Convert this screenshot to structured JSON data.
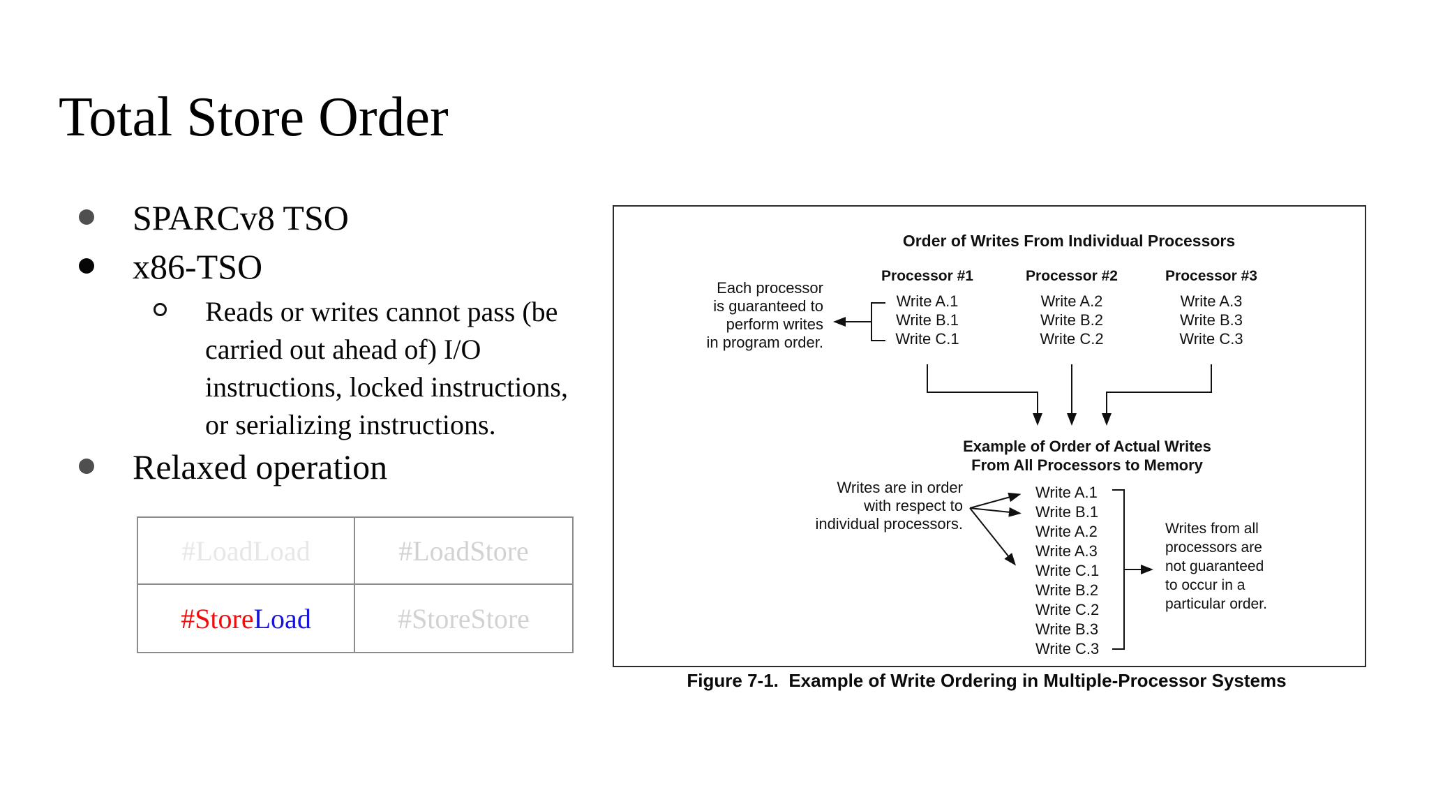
{
  "slide": {
    "title": "Total Store Order",
    "bullets": [
      {
        "label": "SPARCv8 TSO",
        "level": 1,
        "bullet_color": "#4f4f4f"
      },
      {
        "label": "x86-TSO",
        "level": 1,
        "bullet_color": "#060606"
      },
      {
        "label": "Relaxed operation",
        "level": 1,
        "bullet_color": "#4f4f4f"
      }
    ],
    "sub_bullet": {
      "lines": [
        "Reads or writes cannot pass (be",
        "carried out ahead of) I/O",
        "instructions, locked instructions,",
        "or serializing instructions."
      ]
    }
  },
  "fence_table": {
    "rows": [
      [
        {
          "text": "#LoadLoad",
          "color": "#e7e7e7"
        },
        {
          "text": "#LoadStore",
          "color": "#d2d2d2"
        }
      ],
      [
        {
          "parts": [
            {
              "text": "#Store",
              "color": "#ee0e0e"
            },
            {
              "text": "Load",
              "color": "#1414dd"
            }
          ]
        },
        {
          "text": "#StoreStore",
          "color": "#d2d2d2"
        }
      ]
    ]
  },
  "figure": {
    "title": "Order of Writes From Individual Processors",
    "processors": [
      {
        "name": "Processor #1",
        "writes": [
          "Write A.1",
          "Write B.1",
          "Write C.1"
        ]
      },
      {
        "name": "Processor #2",
        "writes": [
          "Write A.2",
          "Write B.2",
          "Write C.2"
        ]
      },
      {
        "name": "Processor #3",
        "writes": [
          "Write A.3",
          "Write B.3",
          "Write C.3"
        ]
      }
    ],
    "left_note_lines": [
      "Each processor",
      "is guaranteed to",
      "perform writes",
      "in program order."
    ],
    "mid_heading_lines": [
      "Example of Order of Actual Writes",
      "From All Processors to Memory"
    ],
    "memory_writes": [
      "Write A.1",
      "Write B.1",
      "Write A.2",
      "Write A.3",
      "Write C.1",
      "Write B.2",
      "Write C.2",
      "Write B.3",
      "Write C.3"
    ],
    "order_note_lines": [
      "Writes are in order",
      "with respect to",
      "individual processors."
    ],
    "right_note_lines": [
      "Writes from all",
      "processors are",
      "not guaranteed",
      "to occur in a",
      "particular order."
    ],
    "caption": "Figure 7-1.  Example of Write Ordering in Multiple-Processor Systems"
  }
}
